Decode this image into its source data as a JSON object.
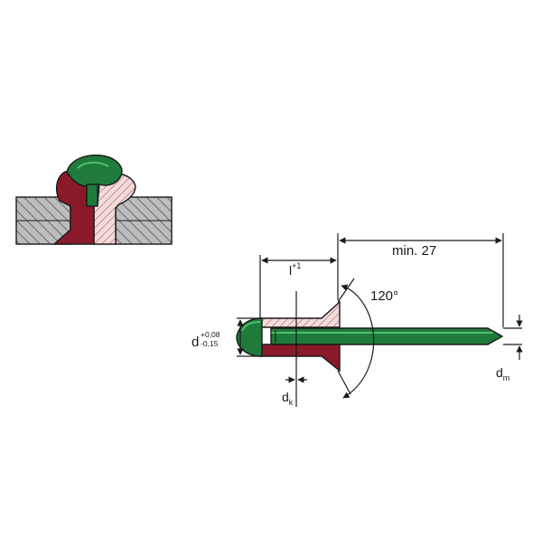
{
  "labels": {
    "min_length": "min. 27",
    "grip_l": "l",
    "grip_l_tol": "+1",
    "angle": "120°",
    "diameter_d": "d",
    "diameter_tol_upper": "+0,08",
    "diameter_tol_lower": "-0,15",
    "head_dk": "d",
    "head_dk_sub": "k",
    "mandrel_dm": "d",
    "mandrel_dm_sub": "m"
  },
  "colors": {
    "rivet_body": "#8a1a2a",
    "rivet_hatch": "#c07880",
    "mandrel": "#1f7a3c",
    "mandrel_light": "#3aa45a",
    "plate": "#9a9a9a"
  }
}
